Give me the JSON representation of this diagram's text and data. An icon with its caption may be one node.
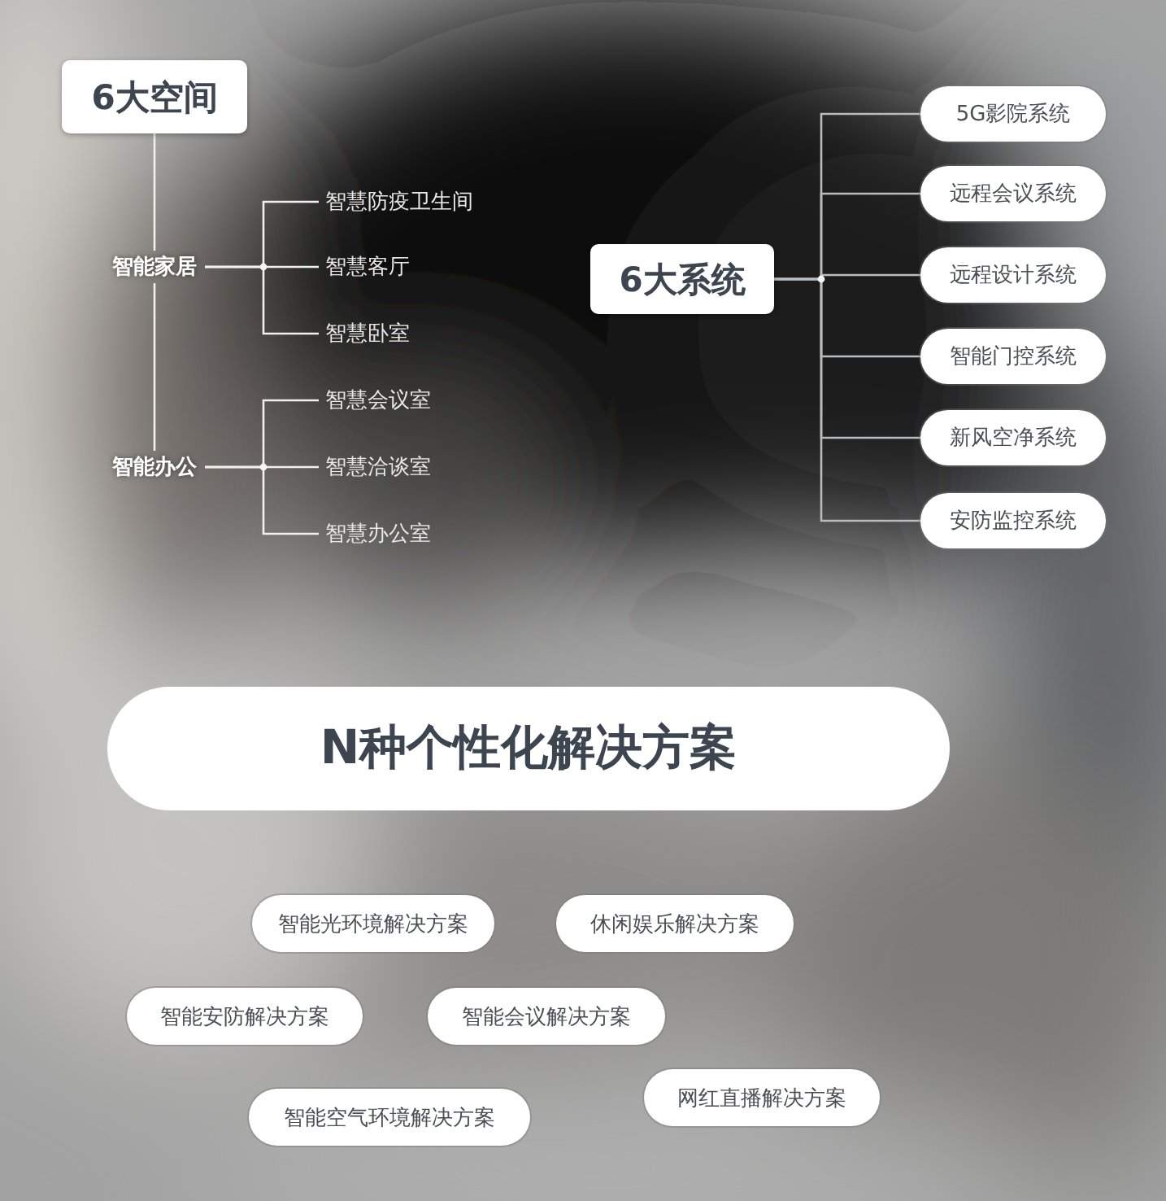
{
  "diagram": {
    "nodes": [
      {
        "text": [
          "6大空间"
        ]
      },
      {
        "text": [
          "智能家居"
        ]
      },
      {
        "text": [
          "智慧防疫卫生间"
        ]
      },
      {
        "text": [
          "智慧客厅"
        ]
      },
      {
        "text": [
          "智慧卧室"
        ]
      },
      {
        "text": [
          "智能办公"
        ]
      },
      {
        "text": [
          "智慧会议室"
        ]
      },
      {
        "text": [
          "智慧洽谈室"
        ]
      },
      {
        "text": [
          "智慧办公室"
        ]
      },
      {
        "text": [
          "6大系统"
        ]
      },
      {
        "text": [
          "5G影院系统"
        ]
      },
      {
        "text": [
          "远程会议系统"
        ]
      },
      {
        "text": [
          "远程设计系统"
        ]
      },
      {
        "text": [
          "智能门控系统"
        ]
      },
      {
        "text": [
          "新风空净系统"
        ]
      },
      {
        "text": [
          "安防监控系统"
        ]
      },
      {
        "text": [
          "N种个性化解决方案"
        ]
      },
      {
        "text": [
          "智能光环境解决方案"
        ]
      },
      {
        "text": [
          "休闲娱乐解决方案"
        ]
      },
      {
        "text": [
          "智能安防解决方案"
        ]
      },
      {
        "text": [
          "智能会议解决方案"
        ]
      },
      {
        "text": [
          "智能空气环境解决方案"
        ]
      },
      {
        "text": [
          "网红直播解决方案"
        ]
      }
    ],
    "edges": [
      {
        "from": 0,
        "to": 1,
        "arrow": "none"
      },
      {
        "from": 1,
        "to": 5,
        "arrow": "none"
      },
      {
        "from": 1,
        "to": 2,
        "arrow": "none"
      },
      {
        "from": 1,
        "to": 3,
        "arrow": "none"
      },
      {
        "from": 1,
        "to": 4,
        "arrow": "none"
      },
      {
        "from": 5,
        "to": 6,
        "arrow": "none"
      },
      {
        "from": 5,
        "to": 7,
        "arrow": "none"
      },
      {
        "from": 5,
        "to": 8,
        "arrow": "none"
      },
      {
        "from": 9,
        "to": 10,
        "arrow": "none"
      },
      {
        "from": 9,
        "to": 11,
        "arrow": "none"
      },
      {
        "from": 9,
        "to": 12,
        "arrow": "none"
      },
      {
        "from": 9,
        "to": 13,
        "arrow": "none"
      },
      {
        "from": 9,
        "to": 14,
        "arrow": "none"
      },
      {
        "from": 9,
        "to": 15,
        "arrow": "none"
      }
    ]
  }
}
